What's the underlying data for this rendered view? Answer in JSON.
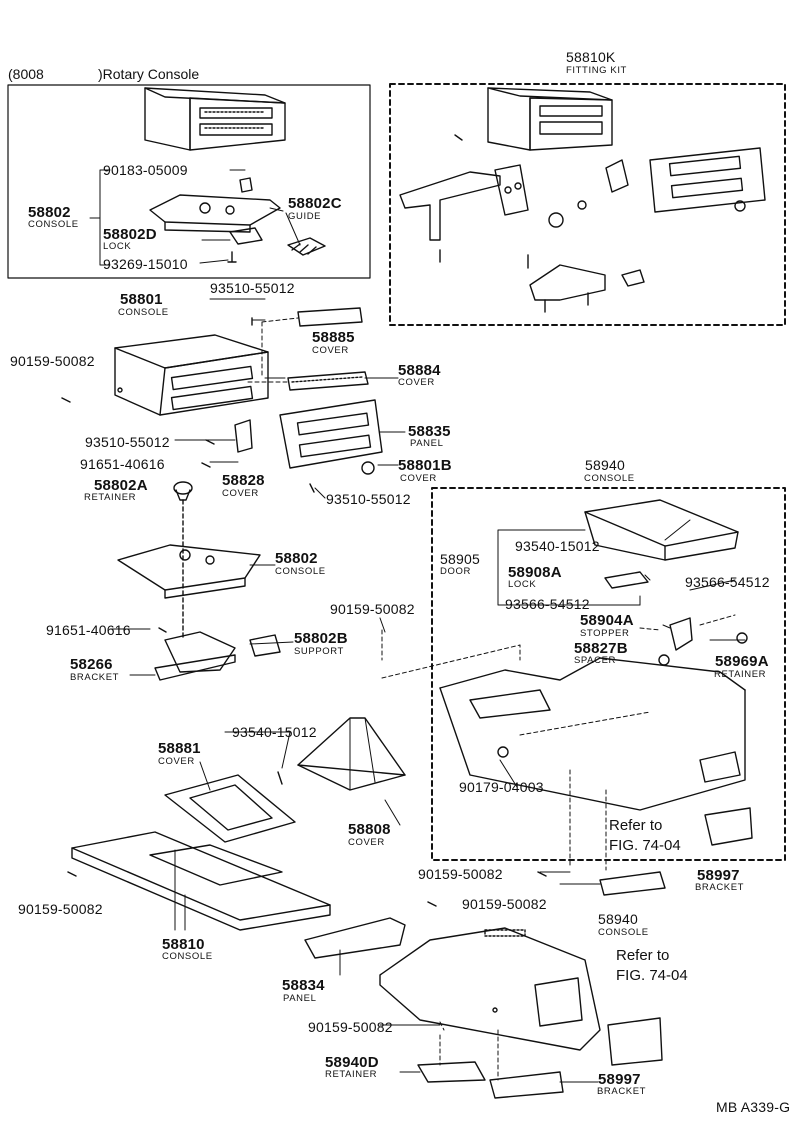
{
  "header": {
    "code": "(8008",
    "title": ")Rotary Console"
  },
  "footer": {
    "code": "MB  A339-G"
  },
  "refs": {
    "ref1_line1": "Refer to",
    "ref1_line2": "FIG. 74-04",
    "ref2_line1": "Refer to",
    "ref2_line2": "FIG. 74-04"
  },
  "parts": {
    "p58810K": {
      "num": "58810K",
      "name": "FITTING KIT"
    },
    "p90183": {
      "num": "90183-05009"
    },
    "p58802_top": {
      "num": "58802",
      "name": "CONSOLE"
    },
    "p58802C": {
      "num": "58802C",
      "name": "GUIDE"
    },
    "p58802D": {
      "num": "58802D",
      "name": "LOCK"
    },
    "p93269": {
      "num": "93269-15010"
    },
    "p58801": {
      "num": "58801",
      "name": "CONSOLE"
    },
    "p93510_a": {
      "num": "93510-55012"
    },
    "p58885": {
      "num": "58885",
      "name": "COVER"
    },
    "p90159_a": {
      "num": "90159-50082"
    },
    "p58884": {
      "num": "58884",
      "name": "COVER"
    },
    "p58835": {
      "num": "58835",
      "name": "PANEL"
    },
    "p93510_b": {
      "num": "93510-55012"
    },
    "p91651_a": {
      "num": "91651-40616"
    },
    "p58828": {
      "num": "58828",
      "name": "COVER"
    },
    "p58801B": {
      "num": "58801B",
      "name": "COVER"
    },
    "p58802A": {
      "num": "58802A",
      "name": "RETAINER"
    },
    "p93510_c": {
      "num": "93510-55012"
    },
    "p58940_a": {
      "num": "58940",
      "name": "CONSOLE"
    },
    "p93540_a": {
      "num": "93540-15012"
    },
    "p58905": {
      "num": "58905",
      "name": "DOOR"
    },
    "p58908A": {
      "num": "58908A",
      "name": "LOCK"
    },
    "p93566_a": {
      "num": "93566-54512"
    },
    "p93566_b": {
      "num": "93566-54512"
    },
    "p58802_mid": {
      "num": "58802",
      "name": "CONSOLE"
    },
    "p90159_b": {
      "num": "90159-50082"
    },
    "p58904A": {
      "num": "58904A",
      "name": "STOPPER"
    },
    "p58827B": {
      "num": "58827B",
      "name": "SPACER"
    },
    "p58969A": {
      "num": "58969A",
      "name": "RETAINER"
    },
    "p91651_b": {
      "num": "91651-40616"
    },
    "p58802B": {
      "num": "58802B",
      "name": "SUPPORT"
    },
    "p58266": {
      "num": "58266",
      "name": "BRACKET"
    },
    "p93540_b": {
      "num": "93540-15012"
    },
    "p58881": {
      "num": "58881",
      "name": "COVER"
    },
    "p90179": {
      "num": "90179-04003"
    },
    "p58808": {
      "num": "58808",
      "name": "COVER"
    },
    "p90159_c": {
      "num": "90159-50082"
    },
    "p58997_a": {
      "num": "58997",
      "name": "BRACKET"
    },
    "p90159_d": {
      "num": "90159-50082"
    },
    "p90159_e": {
      "num": "90159-50082"
    },
    "p58810": {
      "num": "58810",
      "name": "CONSOLE"
    },
    "p58940_b": {
      "num": "58940",
      "name": "CONSOLE"
    },
    "p58834": {
      "num": "58834",
      "name": "PANEL"
    },
    "p90159_f": {
      "num": "90159-50082"
    },
    "p58940D": {
      "num": "58940D",
      "name": "RETAINER"
    },
    "p58997_b": {
      "num": "58997",
      "name": "BRACKET"
    }
  }
}
